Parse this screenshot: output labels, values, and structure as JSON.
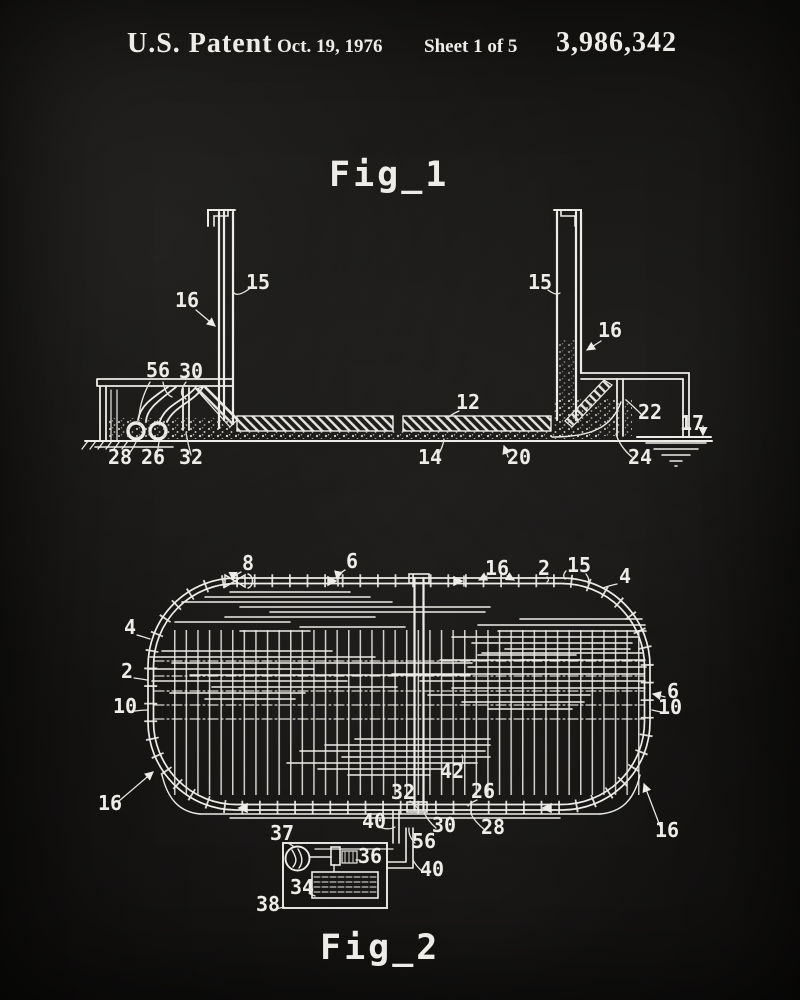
{
  "page": {
    "background": "#141312",
    "ink": "#eeece8"
  },
  "header": {
    "title": "U.S. Patent",
    "date": "Oct. 19, 1976",
    "sheet": "Sheet 1 of 5",
    "patent_number": "3,986,342"
  },
  "fig1": {
    "title": "Fig_1",
    "description": "Cross-section of rink dasher boards, slab and side trenches",
    "refs": [
      "16",
      "15",
      "56",
      "30",
      "28",
      "26",
      "32",
      "12",
      "14",
      "20",
      "15",
      "16",
      "22",
      "24",
      "17"
    ]
  },
  "fig2": {
    "title": "Fig_2",
    "description": "Plan view of oval rink with cooling pipes and refrigeration plant",
    "refs": [
      "8",
      "6",
      "16",
      "2",
      "15",
      "4",
      "4",
      "2",
      "10",
      "6",
      "10",
      "16",
      "16",
      "42",
      "32",
      "26",
      "40",
      "30",
      "28",
      "56",
      "40",
      "37",
      "36",
      "34",
      "38"
    ]
  }
}
